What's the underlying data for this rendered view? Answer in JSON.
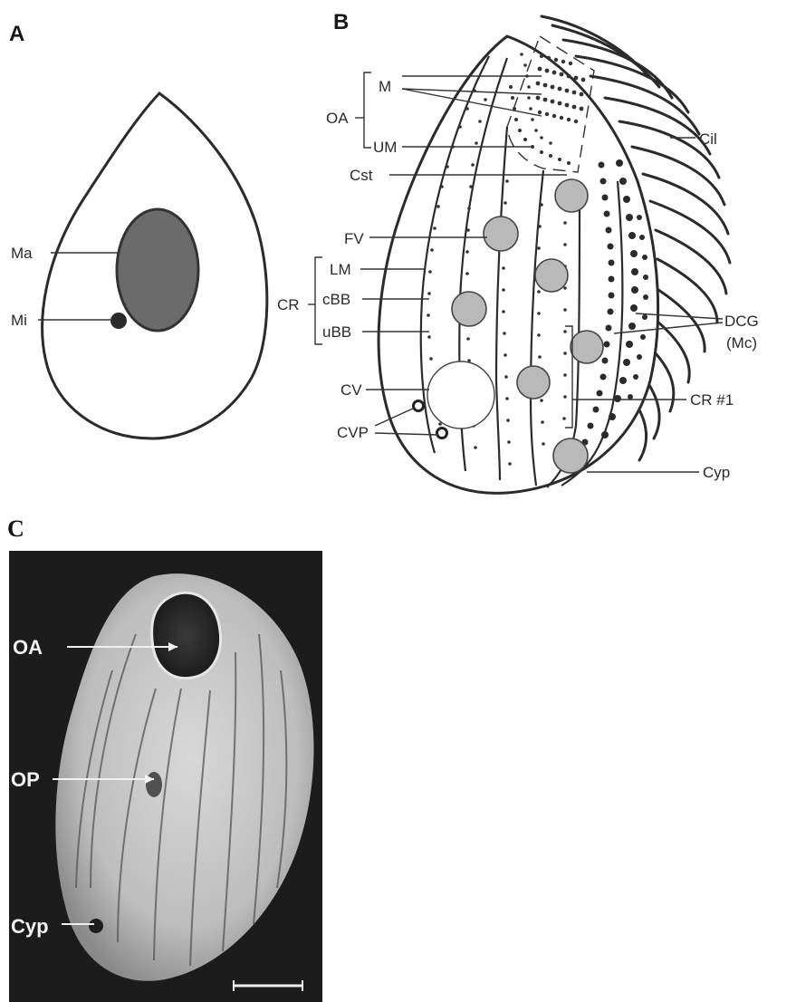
{
  "panels": {
    "a": {
      "letter": "A",
      "labels": {
        "macronucleus": "Ma",
        "micronucleus": "Mi"
      }
    },
    "b": {
      "letter": "B",
      "labels": {
        "oral_apparatus": "OA",
        "membranelles": "M",
        "undulating_membrane": "UM",
        "cytostome": "Cst",
        "food_vacuole": "FV",
        "ciliary_rows": "CR",
        "longitudinal_microtubules": "LM",
        "ciliated_basal_bodies": "cBB",
        "unciliated_basal_bodies": "uBB",
        "contractile_vacuole": "CV",
        "contractile_vacuole_pores": "CVP",
        "cilia": "Cil",
        "dense_core_granules": "DCG",
        "mucocysts": "(Mc)",
        "ciliary_row_1": "CR #1",
        "cytoproct": "Cyp"
      }
    },
    "c": {
      "letter": "C",
      "labels": {
        "oral_apparatus": "OA",
        "oral_primordium": "OP",
        "cytoproct": "Cyp"
      }
    }
  },
  "colors": {
    "ink": "#2b2b2b",
    "nucleus_fill": "#6b6b6b",
    "vacuole_fill": "#b9b9b9",
    "micrograph_background": "#1c1c1c",
    "micrograph_cell": "#c4c4c4"
  }
}
